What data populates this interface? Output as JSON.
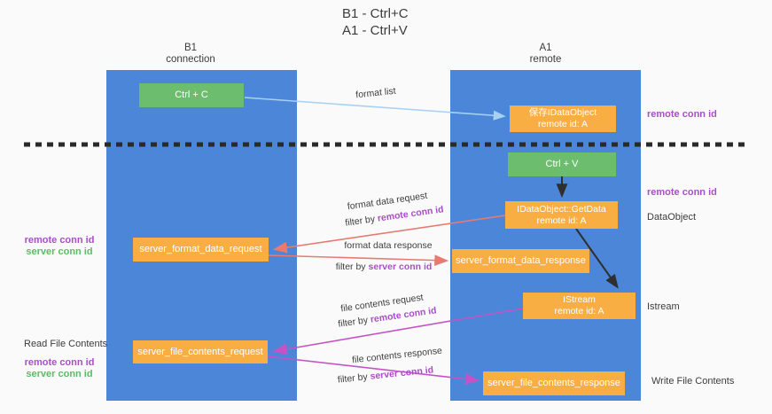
{
  "title": {
    "line1": "B1 - Ctrl+C",
    "line2": "A1 - Ctrl+V"
  },
  "columns": {
    "left": {
      "name": "B1",
      "role": "connection"
    },
    "right": {
      "name": "A1",
      "role": "remote"
    }
  },
  "nodes": {
    "ctrl_c": {
      "label": "Ctrl + C"
    },
    "save_dataobject": {
      "line1": "保存IDataObject",
      "line2": "remote id: A"
    },
    "ctrl_v": {
      "label": "Ctrl + V"
    },
    "getdata": {
      "line1": "IDataObject::GetData",
      "line2": "remote id: A"
    },
    "istream": {
      "line1": "IStream",
      "line2": "remote id: A"
    },
    "server_format_data_request": {
      "label": "server_format_data_request"
    },
    "server_format_data_response": {
      "label": "server_format_data_response"
    },
    "server_file_contents_request": {
      "label": "server_file_contents_request"
    },
    "server_file_contents_response": {
      "label": "server_file_contents_response"
    }
  },
  "side_labels": {
    "remote_conn_id_right_top": "remote conn id",
    "remote_conn_id_right_mid": "remote conn id",
    "dataobject": "DataObject",
    "istream": "Istream",
    "remote_conn_id_left_1": "remote conn id",
    "server_conn_id_left_1": "server conn id",
    "read_file_contents": "Read File Contents",
    "remote_conn_id_left_2": "remote conn id",
    "server_conn_id_left_2": "server conn id",
    "write_file_contents": "Write File Contents"
  },
  "arrow_labels": {
    "format_list": "format list",
    "format_data_request": "format data request",
    "format_data_request_filter_prefix": "filter by",
    "format_data_request_filter_value": "remote conn id",
    "format_data_response": "format data response",
    "format_data_response_filter_prefix": "filter by",
    "format_data_response_filter_value": "server conn id",
    "file_contents_request": "file contents request",
    "file_contents_request_filter_prefix": "filter by",
    "file_contents_request_filter_value": "remote conn id",
    "file_contents_response": "file contents response",
    "file_contents_response_filter_prefix": "filter by",
    "file_contents_response_filter_value": "server conn id"
  },
  "colors": {
    "column_blue": "#4c86d9",
    "box_orange": "#f9ae44",
    "box_green": "#6cbe6e",
    "arrow_light_blue": "#a6d2f0",
    "arrow_salmon": "#e87a72",
    "arrow_magenta": "#c653c6",
    "arrow_black": "#2f2f2f",
    "dashed_line": "#2a2a2a",
    "label_purple": "#a84fc7",
    "label_green": "#5cbb64",
    "text_dark": "#3c3c3c"
  }
}
